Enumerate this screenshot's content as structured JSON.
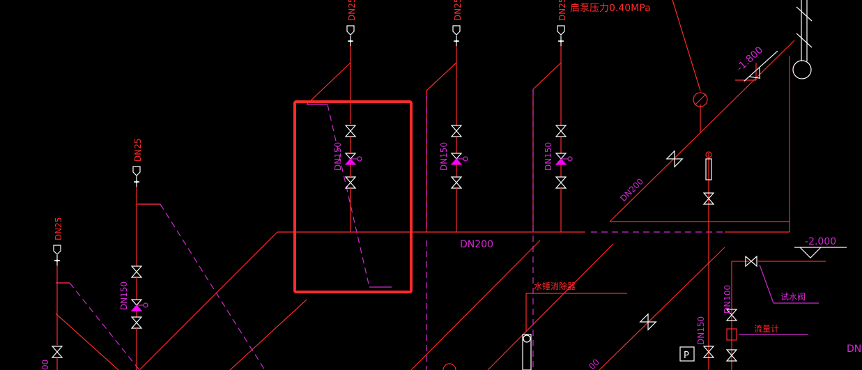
{
  "labels": {
    "dn25": "DN25",
    "dn150": "DN150",
    "dn200": "DN200",
    "dn100": "DN100",
    "dn_partial_right": "DN",
    "dn_partial_bottom": "00",
    "pump_pressure": "启泵压力0.40MPa",
    "elev_1800": "-1.800",
    "elev_2000": "-2.000",
    "water_hammer": "水锤消除器",
    "test_valve": "试水阀",
    "flow_meter": "流量计",
    "pressure_box": "P"
  },
  "colors": {
    "red": "#ff2a2a",
    "magenta": "#d22ad2",
    "white": "#ffffff",
    "highlight": "#ff2a2a",
    "background": "#000000"
  }
}
